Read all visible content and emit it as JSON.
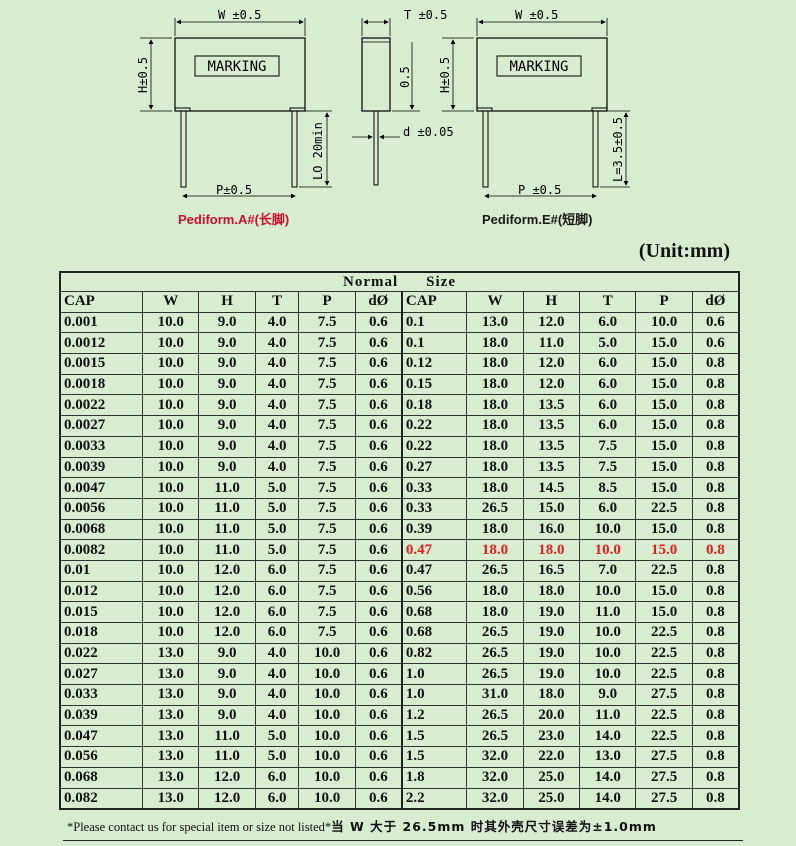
{
  "drawings": {
    "dim_w": "W ±0.5",
    "dim_h": "H±0.5",
    "dim_t": "T ±0.5",
    "dim_p_a": "P±0.5",
    "dim_p_e": "P ±0.5",
    "dim_lo": "LO 20min",
    "dim_half": "0.5",
    "dim_d": "d ±0.05",
    "dim_l": "L=3.5±0.5",
    "marking": "MARKING",
    "caption_a": "Pediform.A#(长脚)",
    "caption_e": "Pediform.E#(短脚)"
  },
  "unit": "(Unit:mm)",
  "table": {
    "title_words": [
      "Normal",
      "Size"
    ],
    "headers": [
      "CAP",
      "W",
      "H",
      "T",
      "P",
      "dØ",
      "CAP",
      "W",
      "H",
      "T",
      "P",
      "dØ"
    ],
    "highlight_color": "#e0201a",
    "rows": [
      {
        "left": [
          "0.001",
          "10.0",
          "9.0",
          "4.0",
          "7.5",
          "0.6"
        ],
        "right": [
          "0.1",
          "13.0",
          "12.0",
          "6.0",
          "10.0",
          "0.6"
        ]
      },
      {
        "left": [
          "0.0012",
          "10.0",
          "9.0",
          "4.0",
          "7.5",
          "0.6"
        ],
        "right": [
          "0.1",
          "18.0",
          "11.0",
          "5.0",
          "15.0",
          "0.6"
        ]
      },
      {
        "left": [
          "0.0015",
          "10.0",
          "9.0",
          "4.0",
          "7.5",
          "0.6"
        ],
        "right": [
          "0.12",
          "18.0",
          "12.0",
          "6.0",
          "15.0",
          "0.8"
        ]
      },
      {
        "left": [
          "0.0018",
          "10.0",
          "9.0",
          "4.0",
          "7.5",
          "0.6"
        ],
        "right": [
          "0.15",
          "18.0",
          "12.0",
          "6.0",
          "15.0",
          "0.8"
        ]
      },
      {
        "left": [
          "0.0022",
          "10.0",
          "9.0",
          "4.0",
          "7.5",
          "0.6"
        ],
        "right": [
          "0.18",
          "18.0",
          "13.5",
          "6.0",
          "15.0",
          "0.8"
        ]
      },
      {
        "left": [
          "0.0027",
          "10.0",
          "9.0",
          "4.0",
          "7.5",
          "0.6"
        ],
        "right": [
          "0.22",
          "18.0",
          "13.5",
          "6.0",
          "15.0",
          "0.8"
        ]
      },
      {
        "left": [
          "0.0033",
          "10.0",
          "9.0",
          "4.0",
          "7.5",
          "0.6"
        ],
        "right": [
          "0.22",
          "18.0",
          "13.5",
          "7.5",
          "15.0",
          "0.8"
        ]
      },
      {
        "left": [
          "0.0039",
          "10.0",
          "9.0",
          "4.0",
          "7.5",
          "0.6"
        ],
        "right": [
          "0.27",
          "18.0",
          "13.5",
          "7.5",
          "15.0",
          "0.8"
        ]
      },
      {
        "left": [
          "0.0047",
          "10.0",
          "11.0",
          "5.0",
          "7.5",
          "0.6"
        ],
        "right": [
          "0.33",
          "18.0",
          "14.5",
          "8.5",
          "15.0",
          "0.8"
        ]
      },
      {
        "left": [
          "0.0056",
          "10.0",
          "11.0",
          "5.0",
          "7.5",
          "0.6"
        ],
        "right": [
          "0.33",
          "26.5",
          "15.0",
          "6.0",
          "22.5",
          "0.8"
        ]
      },
      {
        "left": [
          "0.0068",
          "10.0",
          "11.0",
          "5.0",
          "7.5",
          "0.6"
        ],
        "right": [
          "0.39",
          "18.0",
          "16.0",
          "10.0",
          "15.0",
          "0.8"
        ]
      },
      {
        "left": [
          "0.0082",
          "10.0",
          "11.0",
          "5.0",
          "7.5",
          "0.6"
        ],
        "right": [
          "0.47",
          "18.0",
          "18.0",
          "10.0",
          "15.0",
          "0.8"
        ],
        "highlight": true
      },
      {
        "left": [
          "0.01",
          "10.0",
          "12.0",
          "6.0",
          "7.5",
          "0.6"
        ],
        "right": [
          "0.47",
          "26.5",
          "16.5",
          "7.0",
          "22.5",
          "0.8"
        ]
      },
      {
        "left": [
          "0.012",
          "10.0",
          "12.0",
          "6.0",
          "7.5",
          "0.6"
        ],
        "right": [
          "0.56",
          "18.0",
          "18.0",
          "10.0",
          "15.0",
          "0.8"
        ]
      },
      {
        "left": [
          "0.015",
          "10.0",
          "12.0",
          "6.0",
          "7.5",
          "0.6"
        ],
        "right": [
          "0.68",
          "18.0",
          "19.0",
          "11.0",
          "15.0",
          "0.8"
        ]
      },
      {
        "left": [
          "0.018",
          "10.0",
          "12.0",
          "6.0",
          "7.5",
          "0.6"
        ],
        "right": [
          "0.68",
          "26.5",
          "19.0",
          "10.0",
          "22.5",
          "0.8"
        ]
      },
      {
        "left": [
          "0.022",
          "13.0",
          "9.0",
          "4.0",
          "10.0",
          "0.6"
        ],
        "right": [
          "0.82",
          "26.5",
          "19.0",
          "10.0",
          "22.5",
          "0.8"
        ]
      },
      {
        "left": [
          "0.027",
          "13.0",
          "9.0",
          "4.0",
          "10.0",
          "0.6"
        ],
        "right": [
          "1.0",
          "26.5",
          "19.0",
          "10.0",
          "22.5",
          "0.8"
        ]
      },
      {
        "left": [
          "0.033",
          "13.0",
          "9.0",
          "4.0",
          "10.0",
          "0.6"
        ],
        "right": [
          "1.0",
          "31.0",
          "18.0",
          "9.0",
          "27.5",
          "0.8"
        ]
      },
      {
        "left": [
          "0.039",
          "13.0",
          "9.0",
          "4.0",
          "10.0",
          "0.6"
        ],
        "right": [
          "1.2",
          "26.5",
          "20.0",
          "11.0",
          "22.5",
          "0.8"
        ]
      },
      {
        "left": [
          "0.047",
          "13.0",
          "11.0",
          "5.0",
          "10.0",
          "0.6"
        ],
        "right": [
          "1.5",
          "26.5",
          "23.0",
          "14.0",
          "22.5",
          "0.8"
        ]
      },
      {
        "left": [
          "0.056",
          "13.0",
          "11.0",
          "5.0",
          "10.0",
          "0.6"
        ],
        "right": [
          "1.5",
          "32.0",
          "22.0",
          "13.0",
          "27.5",
          "0.8"
        ]
      },
      {
        "left": [
          "0.068",
          "13.0",
          "12.0",
          "6.0",
          "10.0",
          "0.6"
        ],
        "right": [
          "1.8",
          "32.0",
          "25.0",
          "14.0",
          "27.5",
          "0.8"
        ]
      },
      {
        "left": [
          "0.082",
          "13.0",
          "12.0",
          "6.0",
          "10.0",
          "0.6"
        ],
        "right": [
          "2.2",
          "32.0",
          "25.0",
          "14.0",
          "27.5",
          "0.8"
        ]
      }
    ]
  },
  "footnote": {
    "en": "*Please contact us for special item or size not listed*",
    "zh": "当 W 大于 26.5mm 时其外壳尺寸误差为±1.0mm"
  }
}
